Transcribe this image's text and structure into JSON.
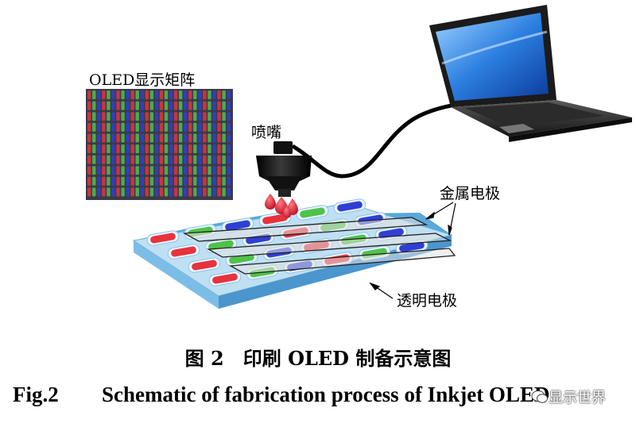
{
  "labels": {
    "oled_matrix": "OLED显示矩阵",
    "nozzle": "喷嘴",
    "metal_electrode": "金属电极",
    "transparent_electrode": "透明电极"
  },
  "caption": {
    "cn": "图 2　印刷 OLED 制备示意图",
    "en_fig": "Fig.2",
    "en_text": "Schematic of fabrication process of Inkjet OLED"
  },
  "watermark": "显示世界",
  "colors": {
    "pixel_red": "#e8323c",
    "pixel_green": "#4fc24a",
    "pixel_blue": "#2f3fd6",
    "substrate_top": "#b9dcf0",
    "substrate_side": "#5aa8d8",
    "nozzle": "#1a1a1a",
    "ink": "#d81e2e"
  }
}
